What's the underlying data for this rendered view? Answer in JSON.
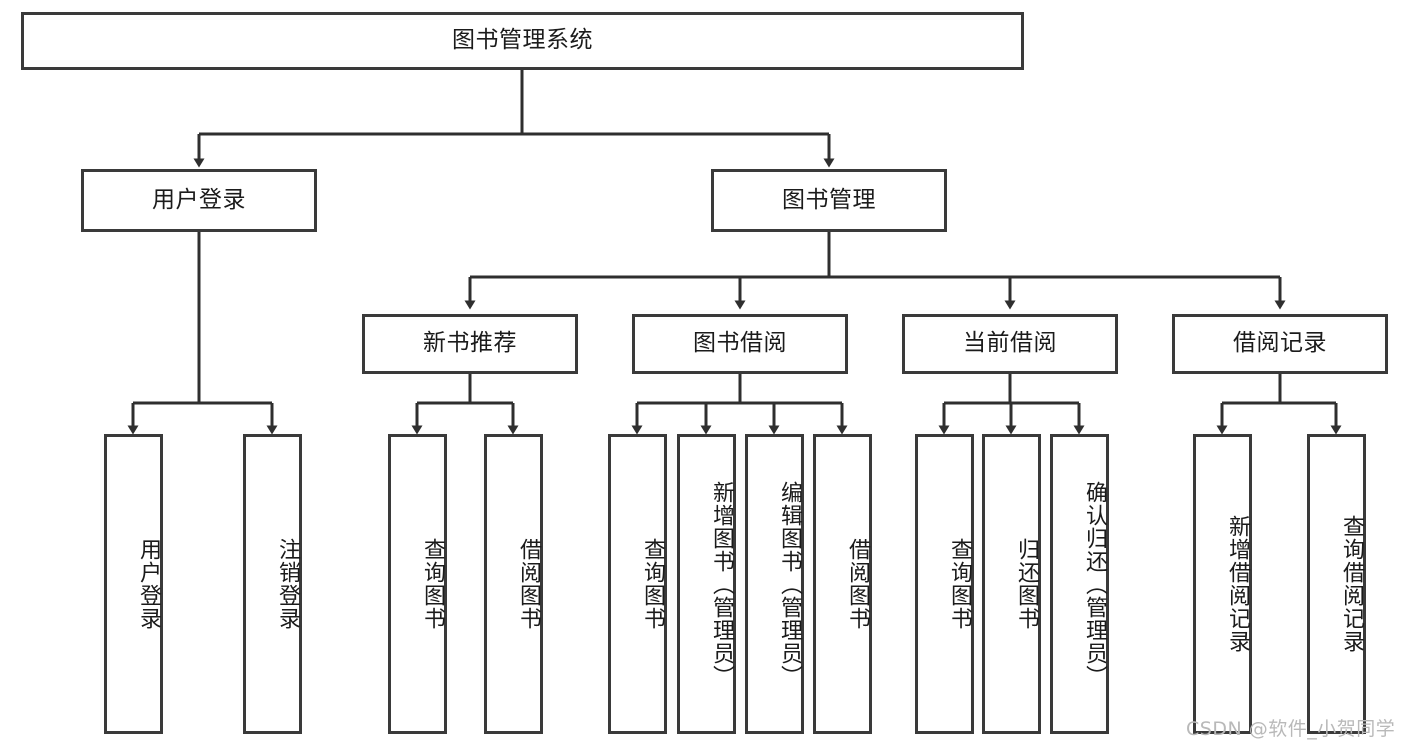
{
  "diagram": {
    "type": "tree-hierarchy",
    "title": "图书管理系统",
    "orientation": "top-down",
    "colors": {
      "box_border": "#3a3a3a",
      "box_fill": "#ffffff",
      "connector": "#2f2f2f",
      "text": "#1b1b1b",
      "watermark": "#b9b9b9",
      "background": "#ffffff"
    },
    "root": {
      "label": "图书管理系统"
    },
    "level2": [
      {
        "label": "用户登录"
      },
      {
        "label": "图书管理"
      }
    ],
    "level3": [
      {
        "label": "新书推荐"
      },
      {
        "label": "图书借阅"
      },
      {
        "label": "当前借阅"
      },
      {
        "label": "借阅记录"
      }
    ],
    "leaves": {
      "user_login": [
        {
          "label": "用户登录"
        },
        {
          "label": "注销登录"
        }
      ],
      "new_book_recommend": [
        {
          "label": "查询图书"
        },
        {
          "label": "借阅图书"
        }
      ],
      "book_borrow": [
        {
          "label": "查询图书"
        },
        {
          "label": "新增图书（管理员）"
        },
        {
          "label": "编辑图书（管理员）"
        },
        {
          "label": "借阅图书"
        }
      ],
      "current_borrow": [
        {
          "label": "查询图书"
        },
        {
          "label": "归还图书"
        },
        {
          "label": "确认归还（管理员）"
        }
      ],
      "borrow_record": [
        {
          "label": "新增借阅记录"
        },
        {
          "label": "查询借阅记录"
        }
      ]
    },
    "watermark": "CSDN @软件_小贺同学"
  }
}
